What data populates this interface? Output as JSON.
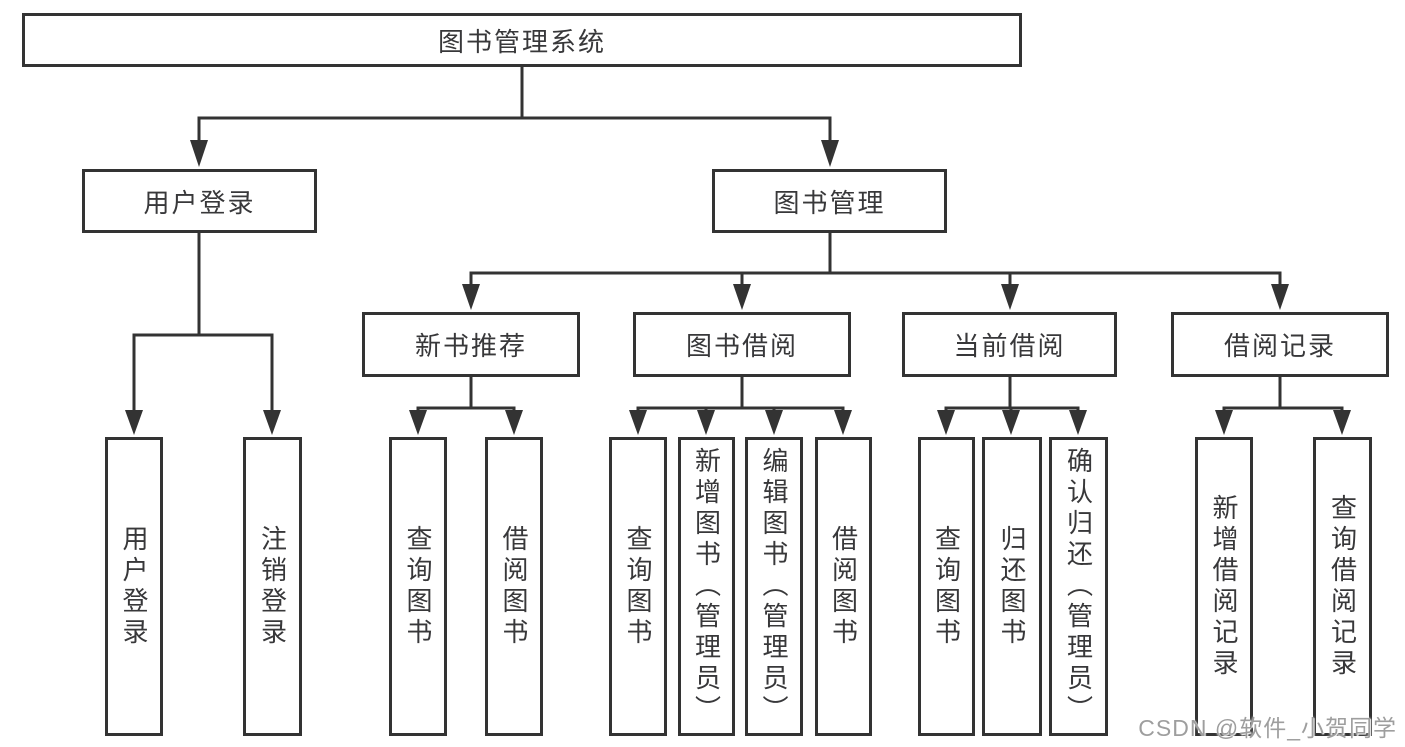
{
  "diagram_type": "hierarchy-tree",
  "colors": {
    "line": "#333333",
    "box_border": "#333333",
    "text": "#38383a",
    "watermark": "#9e9e9e",
    "background": "#ffffff"
  },
  "tree": {
    "label": "图书管理系统",
    "children": [
      {
        "label": "用户登录",
        "children": [
          {
            "label": "用户登录"
          },
          {
            "label": "注销登录"
          }
        ]
      },
      {
        "label": "图书管理",
        "children": [
          {
            "label": "新书推荐",
            "children": [
              {
                "label": "查询图书"
              },
              {
                "label": "借阅图书"
              }
            ]
          },
          {
            "label": "图书借阅",
            "children": [
              {
                "label": "查询图书"
              },
              {
                "label": "新增图书（管理员）"
              },
              {
                "label": "编辑图书（管理员）"
              },
              {
                "label": "借阅图书"
              }
            ]
          },
          {
            "label": "当前借阅",
            "children": [
              {
                "label": "查询图书"
              },
              {
                "label": "归还图书"
              },
              {
                "label": "确认归还（管理员）"
              }
            ]
          },
          {
            "label": "借阅记录",
            "children": [
              {
                "label": "新增借阅记录"
              },
              {
                "label": "查询借阅记录"
              }
            ]
          }
        ]
      }
    ]
  },
  "watermark": {
    "text": "CSDN @软件_小贺同学"
  }
}
